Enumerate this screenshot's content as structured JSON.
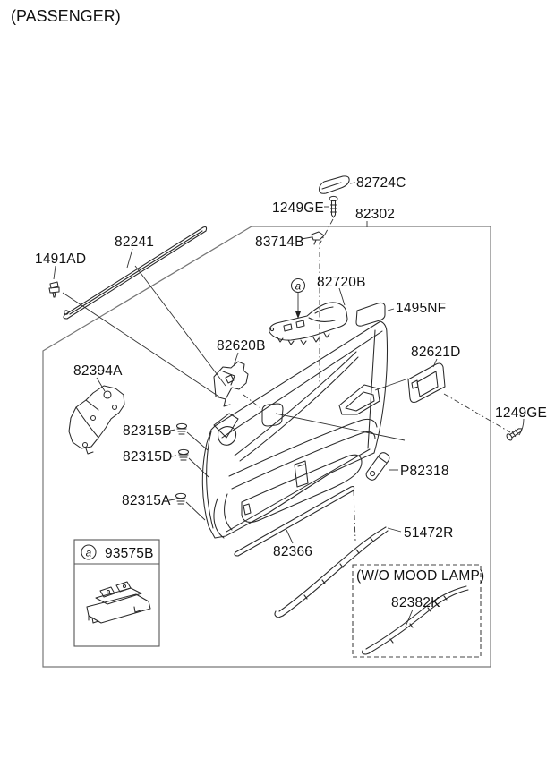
{
  "page": {
    "note": "(PASSENGER)"
  },
  "colors": {
    "line": "#2a2a2a",
    "frame": "#777777",
    "text": "#111111",
    "background": "#ffffff"
  },
  "callouts": {
    "letter": "a"
  },
  "parts": {
    "p82724C": {
      "label": "82724C"
    },
    "p1249GE_top": {
      "label": "1249GE"
    },
    "p82302": {
      "label": "82302"
    },
    "p83714B": {
      "label": "83714B"
    },
    "p82241": {
      "label": "82241"
    },
    "p1491AD": {
      "label": "1491AD"
    },
    "p82720B": {
      "label": "82720B"
    },
    "p1495NF": {
      "label": "1495NF"
    },
    "p82621D": {
      "label": "82621D"
    },
    "p82620B": {
      "label": "82620B"
    },
    "p82394A": {
      "label": "82394A"
    },
    "p82315B": {
      "label": "82315B"
    },
    "p82315D": {
      "label": "82315D"
    },
    "p82315A": {
      "label": "82315A"
    },
    "p1249GE_right": {
      "label": "1249GE"
    },
    "pP82318": {
      "label": "P82318"
    },
    "p82366": {
      "label": "82366"
    },
    "p51472R": {
      "label": "51472R"
    },
    "p82382K": {
      "label": "82382K"
    },
    "p93575B": {
      "label": "93575B"
    }
  },
  "inset": {
    "wo_mood_lamp": "(W/O MOOD LAMP)"
  }
}
